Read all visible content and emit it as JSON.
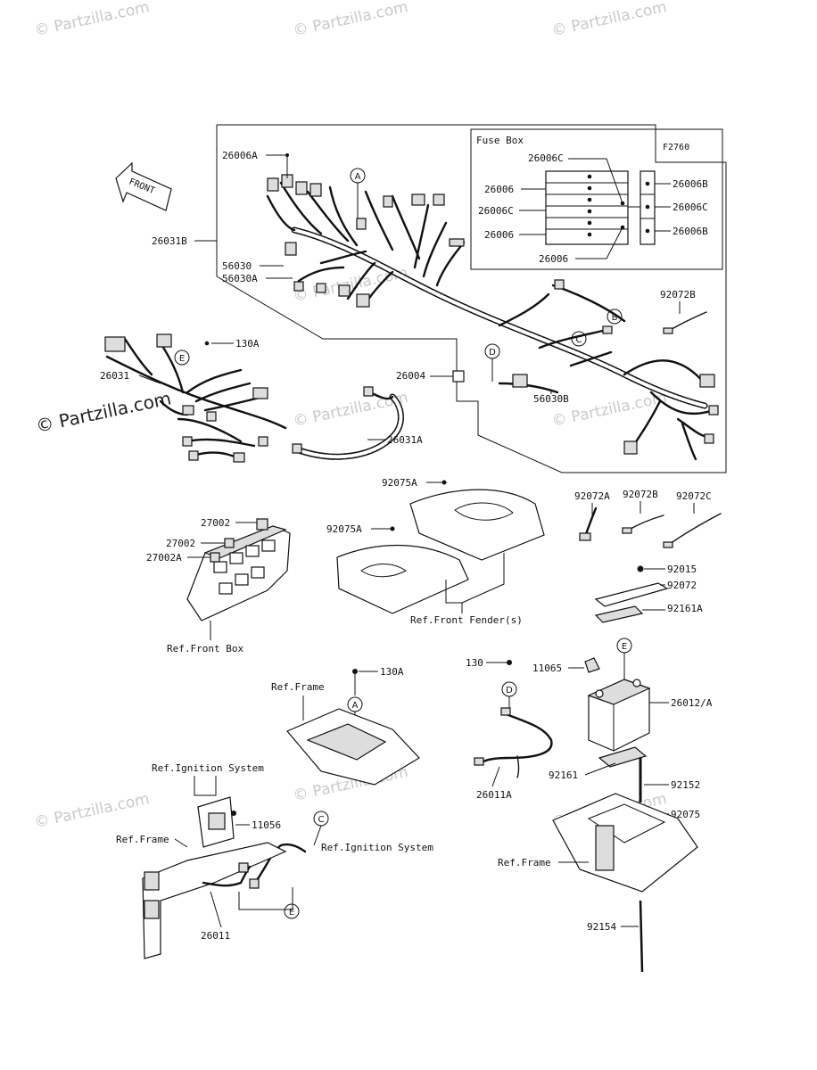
{
  "watermark": {
    "site": "© Partzilla.com",
    "main": "© Partzilla.com"
  },
  "figure_code": "F2760",
  "front_arrow": "FRONT",
  "fuse_box": {
    "title": "Fuse Box",
    "labels": {
      "c1": "26006C",
      "l1": "26006",
      "l2": "26006C",
      "l3": "26006",
      "l4": "26006",
      "r1": "26006B",
      "r2": "26006C",
      "r3": "26006B"
    }
  },
  "parts": {
    "p26006A": "26006A",
    "p26031B": "26031B",
    "p56030": "56030",
    "p56030A": "56030A",
    "p92072B_top": "92072B",
    "p130A_top": "130A",
    "p26031": "26031",
    "p26004": "26004",
    "p56030B": "56030B",
    "p26031A": "26031A",
    "p92075A_top": "92075A",
    "p92075A_mid": "92075A",
    "p92072A": "92072A",
    "p92072B": "92072B",
    "p92072C": "92072C",
    "p27002_a": "27002",
    "p27002_b": "27002",
    "p27002A": "27002A",
    "p92015": "92015",
    "p92072": "92072",
    "p92161A": "92161A",
    "p130": "130",
    "p11065": "11065",
    "p26012A": "26012/A",
    "p130A_mid": "130A",
    "p92161": "92161",
    "p92152": "92152",
    "p92075": "92075",
    "p26011A": "26011A",
    "p11056": "11056",
    "p26011": "26011",
    "p92154": "92154"
  },
  "refs": {
    "front_fender": "Ref.Front Fender(s)",
    "front_box": "Ref.Front Box",
    "frame_mid": "Ref.Frame",
    "ignition_top": "Ref.Ignition System",
    "frame_left": "Ref.Frame",
    "ignition_mid": "Ref.Ignition System",
    "frame_right": "Ref.Frame"
  },
  "callouts": {
    "A1": "A",
    "B1": "B",
    "C1": "C",
    "D1": "D",
    "E1": "E",
    "A2": "A",
    "C2": "C",
    "D2": "D",
    "E2": "E",
    "E3": "E"
  }
}
